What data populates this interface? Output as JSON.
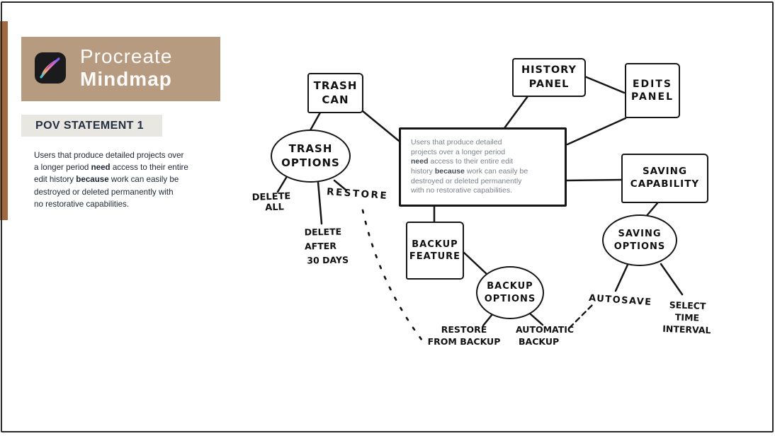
{
  "header": {
    "app_name": "Procreate",
    "app_suffix": "Mindmap"
  },
  "sidebar": {
    "heading": "POV STATEMENT 1",
    "paragraph_lines": [
      {
        "pre": "Users that produce detailed projects over"
      },
      {
        "pre": "a longer period ",
        "bold": "need",
        "post": " access to their entire"
      },
      {
        "pre": "edit history ",
        "bold": "because",
        "post": " work can easily be"
      },
      {
        "pre": "destroyed or deleted permanently with"
      },
      {
        "pre": "no restorative capabilities."
      }
    ]
  },
  "mindmap": {
    "statement_lines": [
      {
        "pre": "Users that produce detailed"
      },
      {
        "pre": "projects over a longer period"
      },
      {
        "bold": "need",
        "post": " access to their entire edit"
      },
      {
        "pre": "history ",
        "bold": "because",
        "post": " work can easily be"
      },
      {
        "pre": "destroyed or deleted permanently"
      },
      {
        "pre": "with no restorative capabilities."
      }
    ],
    "nodes": {
      "trash_can": {
        "lines": [
          "TRASH",
          "CAN"
        ]
      },
      "history_panel": {
        "lines": [
          "HISTORY",
          "PANEL"
        ]
      },
      "edits_panel": {
        "lines": [
          "EDITS",
          "PANEL"
        ]
      },
      "saving_capability": {
        "lines": [
          "SAVING",
          "CAPABILITY"
        ]
      },
      "backup_feature": {
        "lines": [
          "BACKUP",
          "FEATURE"
        ]
      },
      "trash_options": {
        "lines": [
          "TRASH",
          "OPTIONS"
        ]
      },
      "backup_options": {
        "lines": [
          "BACKUP",
          "OPTIONS"
        ]
      },
      "saving_options": {
        "lines": [
          "SAVING",
          "OPTIONS"
        ]
      }
    },
    "labels": {
      "delete_all": {
        "lines": [
          "DELETE",
          "ALL"
        ]
      },
      "restore": {
        "lines": [
          "RESTORE"
        ]
      },
      "delete_after_30_days": {
        "lines": [
          "DELETE",
          "AFTER",
          "30 DAYS"
        ]
      },
      "restore_from_backup": {
        "lines": [
          "RESTORE",
          "FROM BACKUP"
        ]
      },
      "automatic_backup": {
        "lines": [
          "AUTOMATIC",
          "BACKUP"
        ]
      },
      "autosave": {
        "lines": [
          "AUTOSAVE"
        ]
      },
      "select_time_interval": {
        "lines": [
          "SELECT",
          "TIME",
          "INTERVAL"
        ]
      }
    }
  },
  "colors": {
    "accent_bar": "#a2683f",
    "header_band": "#b79b80",
    "badge_bg": "#e9e7e2",
    "ink": "#161616",
    "statement_text": "#7b828c",
    "frame_border": "#2a2a2a"
  }
}
